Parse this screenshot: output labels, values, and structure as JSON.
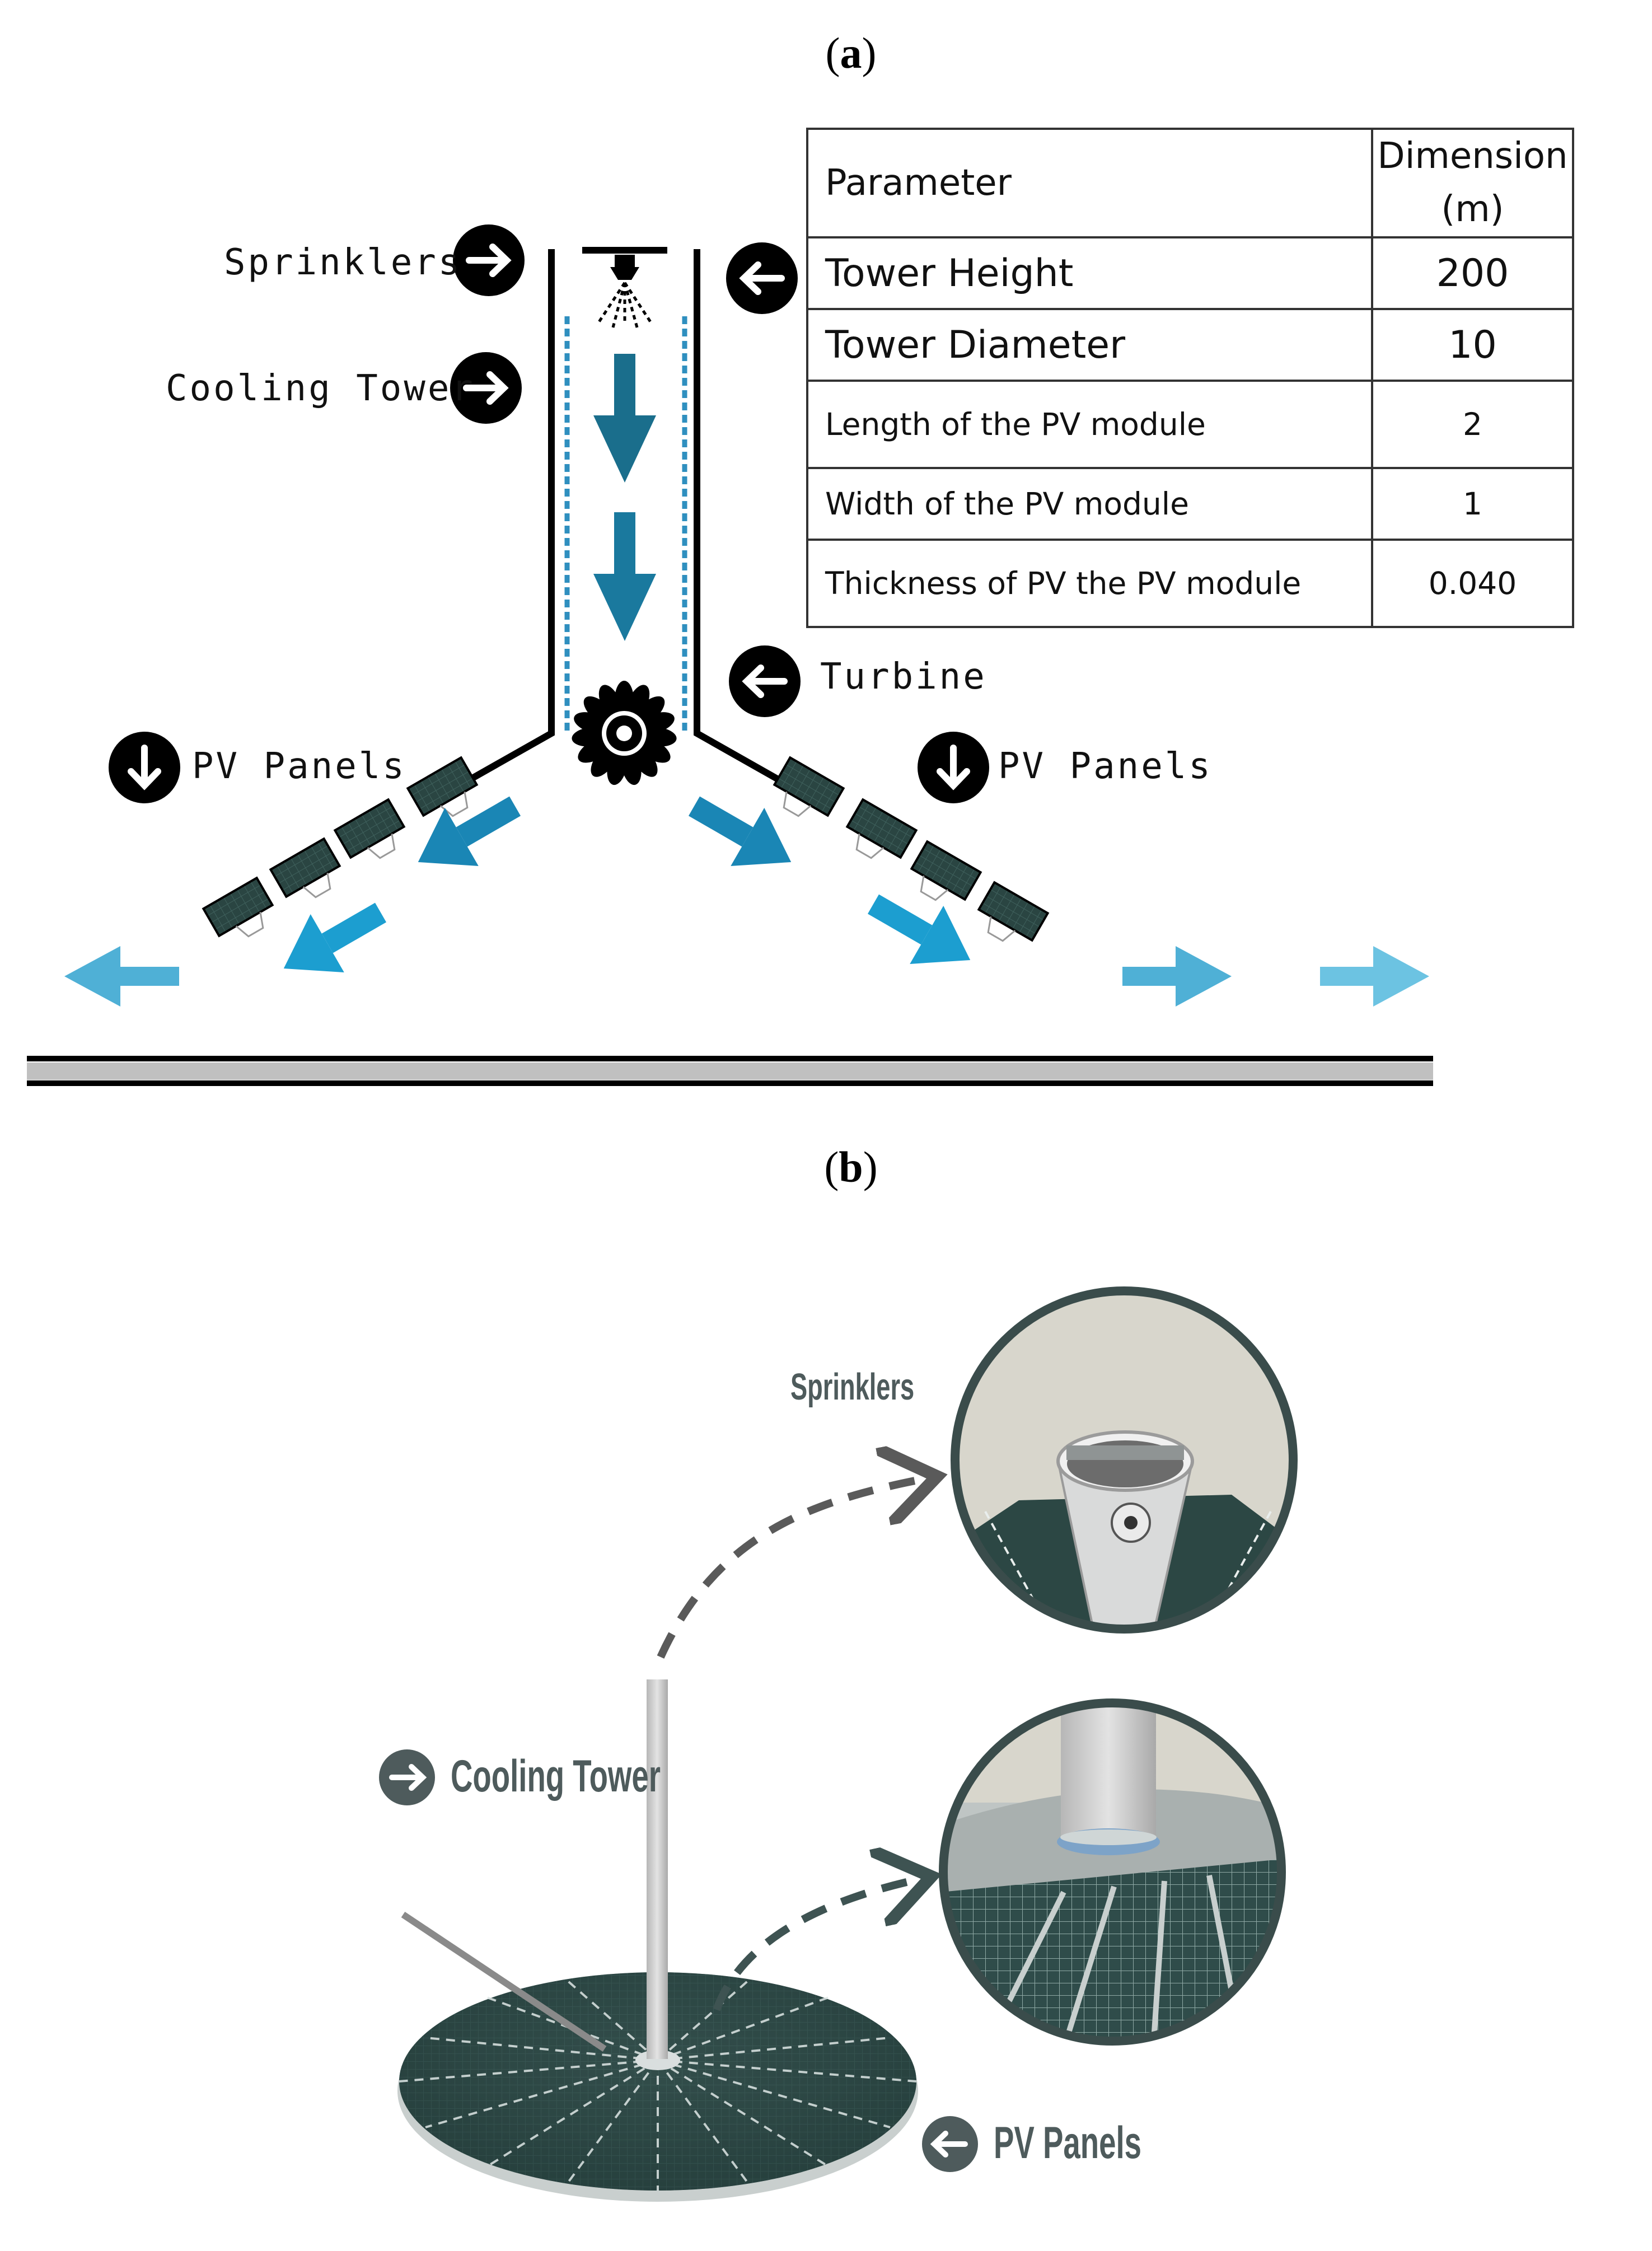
{
  "panel_a": {
    "label": "a",
    "callouts": {
      "sprinklers": "Sprinklers",
      "cooling_tower": "Cooling Tower",
      "turbine": "Turbine",
      "pv_panels_left": "PV Panels",
      "pv_panels_right": "PV Panels"
    },
    "table": {
      "header": {
        "parameter": "Parameter",
        "dimension_line1": "Dimension",
        "dimension_line2": "(m)"
      },
      "rows": [
        {
          "parameter": "Tower Height",
          "value": "200"
        },
        {
          "parameter": "Tower Diameter",
          "value": "10"
        },
        {
          "parameter": "Length of the PV module",
          "value": "2"
        },
        {
          "parameter": "Width of the PV module",
          "value": "1"
        },
        {
          "parameter": "Thickness of PV the PV module",
          "value": "0.040"
        }
      ]
    }
  },
  "panel_b": {
    "label": "b",
    "callouts": {
      "sprinklers": "Sprinklers",
      "cooling_tower": "Cooling Tower",
      "pv_panels": "PV Panels"
    }
  },
  "colors": {
    "airflow_dark": "#1a6e8c",
    "airflow_mid": "#1c8fc0",
    "airflow_light": "#6cc3e2",
    "panel_dark": "#2c4744",
    "callout_gray": "#4e5b5c"
  }
}
